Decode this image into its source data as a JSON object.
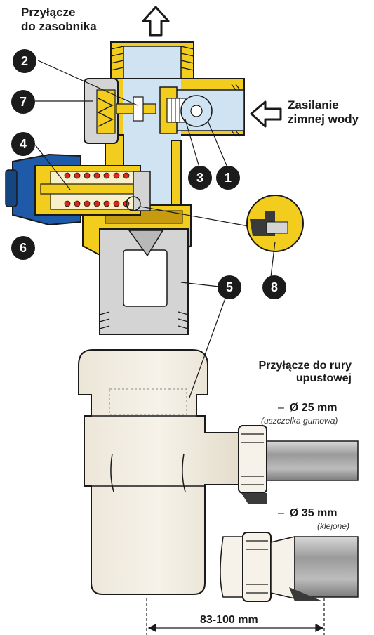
{
  "labels": {
    "tank_connection": [
      "Przyłącze",
      "do zasobnika"
    ],
    "cold_water_supply": [
      "Zasilanie",
      "zimnej wody"
    ],
    "drain_pipe_connection": [
      "Przyłącze do rury",
      "upustowej"
    ]
  },
  "drain_options": [
    {
      "diameter": "Ø 25 mm",
      "note": "(uszczelka gumowa)"
    },
    {
      "diameter": "Ø 35 mm",
      "note": "(klejone)"
    }
  ],
  "dimension": "83-100 mm",
  "callouts": [
    "1",
    "2",
    "3",
    "4",
    "5",
    "6",
    "7",
    "8"
  ],
  "icons": [
    "arrow-up-outline-icon",
    "arrow-left-outline-icon"
  ],
  "colors": {
    "brass": "#f2cd1e",
    "brass_dark": "#c79b10",
    "water": "#cfe3f3",
    "knob_blue": "#1e5aa8",
    "spring_red": "#d62a1c",
    "funnel": "#f1ece1",
    "plastic_grey": "#d4d4d4",
    "pipe_grey": "#a8a8a8",
    "callout_bg": "#1b1b1b"
  }
}
